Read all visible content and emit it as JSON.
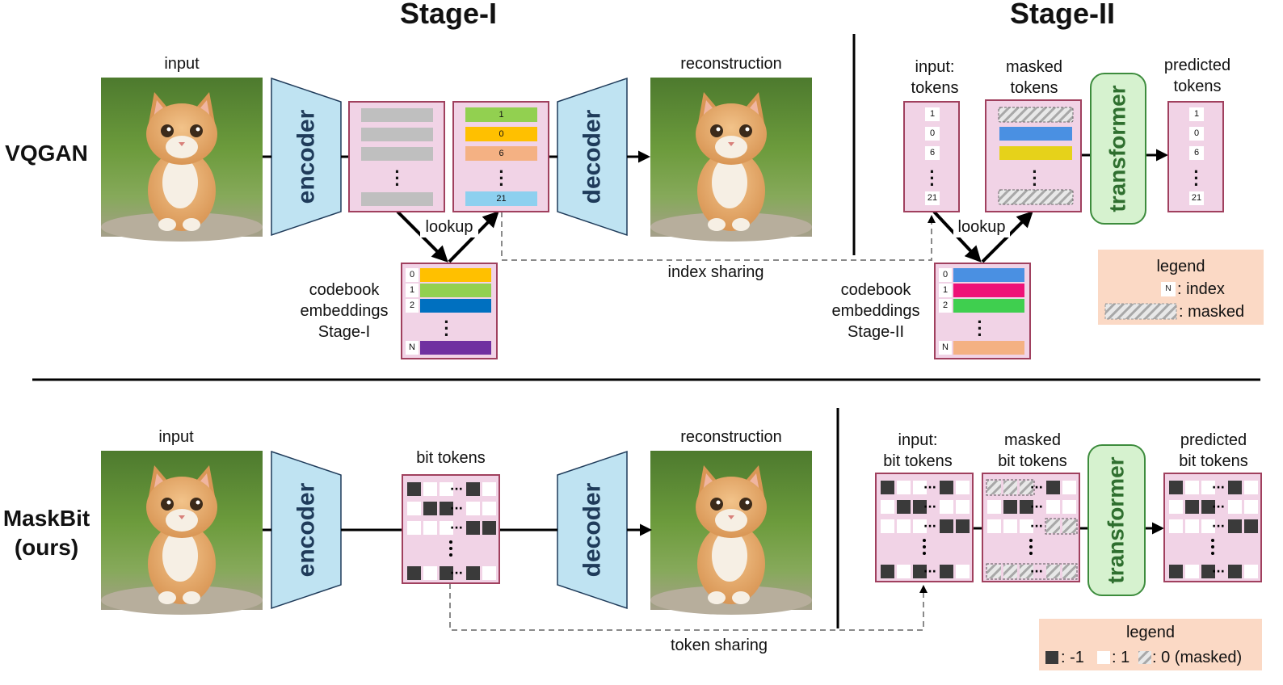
{
  "stages": {
    "stage1": "Stage-I",
    "stage2": "Stage-II"
  },
  "rows": {
    "vqgan": "VQGAN",
    "maskbit_line1": "MaskBit",
    "maskbit_line2": "(ours)"
  },
  "vqgan": {
    "input": "input",
    "reconstruction": "reconstruction",
    "encoder": "encoder",
    "decoder": "decoder",
    "lookup1": "lookup",
    "index_sharing": "index sharing",
    "codebook1": [
      "codebook",
      "embeddings",
      "Stage-I"
    ],
    "indices": [
      "1",
      "0",
      "6",
      "21"
    ],
    "codebook_indices": [
      "0",
      "1",
      "2",
      "N"
    ],
    "stage2_input": [
      "input:",
      "tokens"
    ],
    "stage2_masked": [
      "masked",
      "tokens"
    ],
    "stage2_predicted": [
      "predicted",
      "tokens"
    ],
    "transformer": "transformer",
    "lookup2": "lookup",
    "codebook2": [
      "codebook",
      "embeddings",
      "Stage-II"
    ],
    "legend_title": "legend",
    "legend_index_sym": "N",
    "legend_index": ": index",
    "legend_masked": ": masked"
  },
  "maskbit": {
    "input": "input",
    "reconstruction": "reconstruction",
    "encoder": "encoder",
    "decoder": "decoder",
    "bit_tokens": "bit tokens",
    "token_sharing": "token sharing",
    "stage2_input": [
      "input:",
      "bit tokens"
    ],
    "stage2_masked": [
      "masked",
      "bit tokens"
    ],
    "stage2_predicted": [
      "predicted",
      "bit tokens"
    ],
    "transformer": "transformer",
    "legend_title": "legend",
    "legend_neg": ": -1",
    "legend_pos": ": 1",
    "legend_masked": ": 0 (masked)"
  },
  "colors": {
    "pink_fill": "#f1d3e6",
    "pink_border": "#a0405e",
    "trapezoid": "#bfe3f2",
    "legend_bg": "#fbd9c5",
    "transformer_fill": "#d6f2cf",
    "bar_gray": "#bfbfbf",
    "bar_green": "#92d050",
    "bar_yellow": "#ffc000",
    "bar_salmon": "#f4b183",
    "bar_skyblue": "#8dd0ef",
    "bar_blue": "#0070c0",
    "bar_purple": "#7030a0",
    "bar_blue2": "#4a90e2",
    "bar_pink2": "#ee1177",
    "bar_green2": "#3fcf4f",
    "bar_yellow2": "#e6d21a",
    "bit_dark": "#3a3a3a"
  }
}
